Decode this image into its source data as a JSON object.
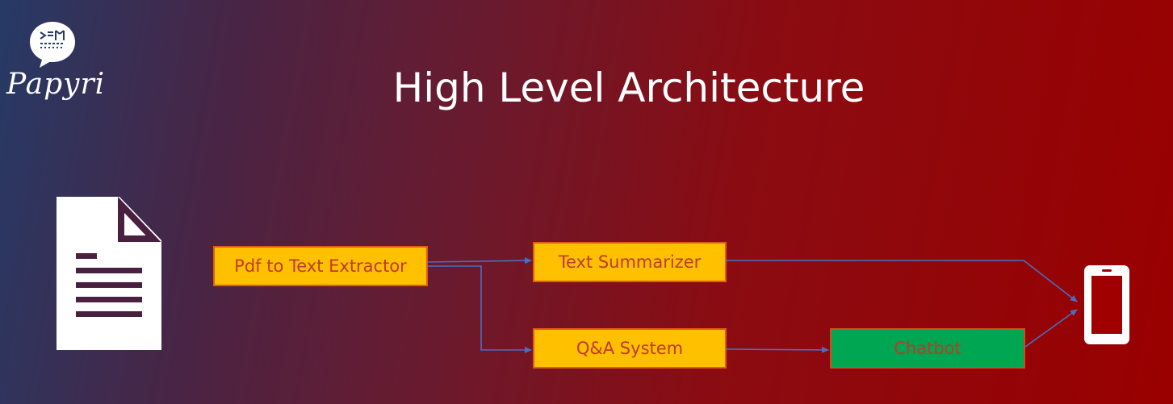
{
  "logo": {
    "name": "Papyri",
    "icon": "speech-bubble-logo-icon"
  },
  "title": "High Level Architecture",
  "nodes": {
    "extractor": "Pdf to Text Extractor",
    "summarizer": "Text Summarizer",
    "qa": "Q&A System",
    "chatbot": "Chatbot"
  },
  "icons": {
    "input": "document-icon",
    "output": "mobile-phone-icon"
  },
  "colors": {
    "box_fill": "#ffc000",
    "box_border": "#e05a1a",
    "box_text": "#c0392b",
    "chatbot_fill": "#00a651",
    "connector": "#4a6fc0",
    "background_left": "#263a66",
    "background_right": "#9a0000"
  }
}
